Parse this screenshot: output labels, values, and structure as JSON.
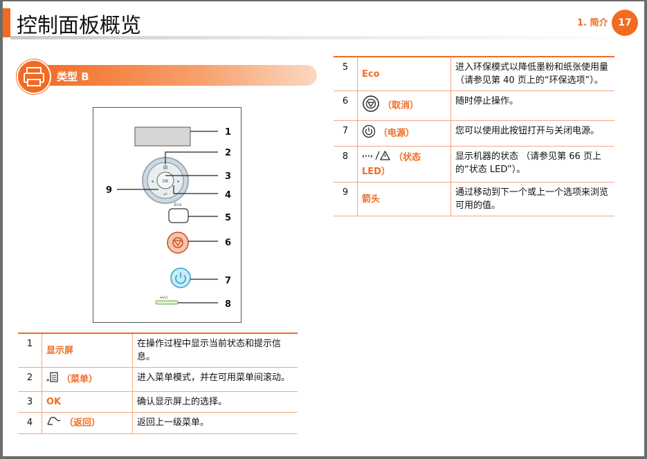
{
  "header": {
    "title": "控制面板概览",
    "chapter": "1. 简介",
    "page_number": "17"
  },
  "section": {
    "title": "类型 B"
  },
  "diagram": {
    "eco_label": "Eco",
    "ok_label": "OK",
    "callouts": [
      "1",
      "2",
      "3",
      "4",
      "5",
      "6",
      "7",
      "8",
      "9"
    ]
  },
  "table_left": [
    {
      "num": "1",
      "name": "显示屏",
      "desc": "在操作过程中显示当前状态和提示信息。",
      "icon": ""
    },
    {
      "num": "2",
      "name": "（菜单）",
      "desc": "进入菜单模式，并在可用菜单间滚动。",
      "icon": "menu-icon"
    },
    {
      "num": "3",
      "name": "OK",
      "desc": "确认显示屏上的选择。",
      "icon": ""
    },
    {
      "num": "4",
      "name": "（返回）",
      "desc": "返回上一级菜单。",
      "icon": "back-icon"
    }
  ],
  "table_right": [
    {
      "num": "5",
      "name": "Eco",
      "desc": "进入环保模式以降低墨粉和纸张使用量 （请参见第 40 页上的“环保选项”）。",
      "icon": ""
    },
    {
      "num": "6",
      "name": "（取消）",
      "desc": "随时停止操作。",
      "icon": "cancel-icon"
    },
    {
      "num": "7",
      "name": "（电源）",
      "desc": "您可以使用此按钮打开与关闭电源。",
      "icon": "power-icon"
    },
    {
      "num": "8",
      "name": "（状态 LED）",
      "desc": "显示机器的状态 （请参见第 66 页上的“状态 LED”）。",
      "icon": "status-led-icon"
    },
    {
      "num": "9",
      "name": "箭头",
      "desc": "通过移动到下一个或上一个选项来浏览可用的值。",
      "icon": ""
    }
  ],
  "colors": {
    "accent": "#f26b21",
    "rule": "#f5a679"
  }
}
